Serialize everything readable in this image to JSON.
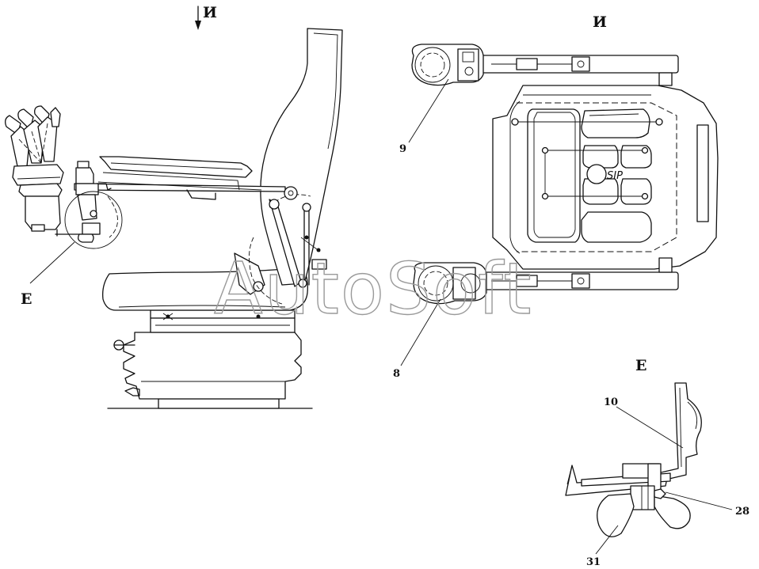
{
  "views": {
    "view_i_arrow_label": "И",
    "view_i_title": "И",
    "view_e_title": "Е",
    "view_e_callout": "Е"
  },
  "callouts": {
    "p8": "8",
    "p9": "9",
    "p10": "10",
    "p28": "28",
    "p31": "31"
  },
  "seat_marking": "SIP",
  "watermark": "AutoSoft"
}
